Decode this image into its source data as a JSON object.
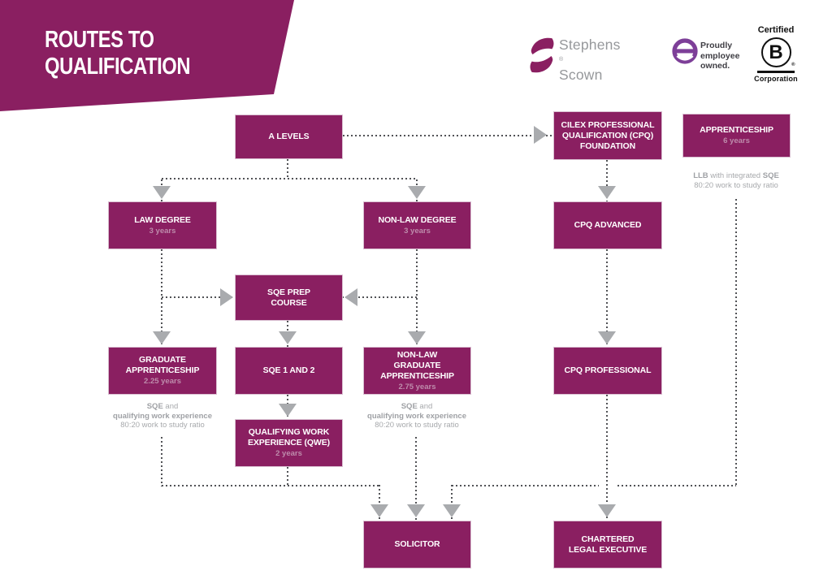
{
  "header": {
    "title_line1": "ROUTES TO",
    "title_line2": "QUALIFICATION"
  },
  "logos": {
    "stephens_scown": {
      "line1": "Stephens",
      "registered": "®",
      "line2": "Scown"
    },
    "employee_owned": {
      "line1": "Proudly",
      "line2": "employee",
      "line3": "owned."
    },
    "b_corp": {
      "certified": "Certified",
      "letter": "B",
      "registered": "®",
      "corporation": "Corporation"
    }
  },
  "colors": {
    "brand_magenta": "#8A1F61",
    "box_border_pink": "#D9BFD1",
    "subtitle_pink": "#BE8CAC",
    "note_gray": "#A7A9AC",
    "dot_gray": "#515256",
    "arrow_gray": "#A9ABAE",
    "employee_owned_purple": "#7D3F98",
    "bcorp_black": "#111111"
  },
  "boxes": {
    "a_levels": {
      "line1": "A LEVELS"
    },
    "cilex": {
      "line1": "CILEX PROFESSIONAL",
      "line2": "QUALIFICATION (CPQ)",
      "line3": "FOUNDATION"
    },
    "apprenticeship": {
      "line1": "APPRENTICESHIP",
      "years": "6 years"
    },
    "law_degree": {
      "line1": "LAW DEGREE",
      "years": "3 years"
    },
    "non_law_degree": {
      "line1": "NON-LAW DEGREE",
      "years": "3 years"
    },
    "cpq_advanced": {
      "line1": "CPQ ADVANCED"
    },
    "sqe_prep": {
      "line1": "SQE PREP",
      "line2": "COURSE"
    },
    "graduate_apprenticeship": {
      "line1": "GRADUATE",
      "line2": "APPRENTICESHIP",
      "years": "2.25 years"
    },
    "sqe_1_and_2": {
      "line1": "SQE 1 AND 2"
    },
    "non_law_graduate_apprenticeship": {
      "line1": "NON-LAW",
      "line2": "GRADUATE",
      "line3": "APPRENTICESHIP",
      "years": "2.75 years"
    },
    "cpq_professional": {
      "line1": "CPQ PROFESSIONAL"
    },
    "qwe": {
      "line1": "QUALIFYING WORK",
      "line2": "EXPERIENCE (QWE)",
      "years": "2 years"
    },
    "solicitor": {
      "line1": "SOLICITOR"
    },
    "chartered_legal_executive": {
      "line1": "CHARTERED",
      "line2": "LEGAL EXECUTIVE"
    }
  },
  "notes": {
    "apprenticeship": {
      "l1_bold1": "LLB",
      "l1_mid": " with integrated ",
      "l1_bold2": "SQE",
      "l2": "80:20 work to study ratio"
    },
    "graduate_apprenticeship": {
      "l1_bold": "SQE",
      "l1_rest": " and",
      "l2": "qualifying work experience",
      "l3": "80:20 work to study ratio"
    },
    "non_law_graduate_apprenticeship": {
      "l1_bold": "SQE",
      "l1_rest": " and",
      "l2": "qualifying work experience",
      "l3": "80:20 work to study ratio"
    }
  }
}
